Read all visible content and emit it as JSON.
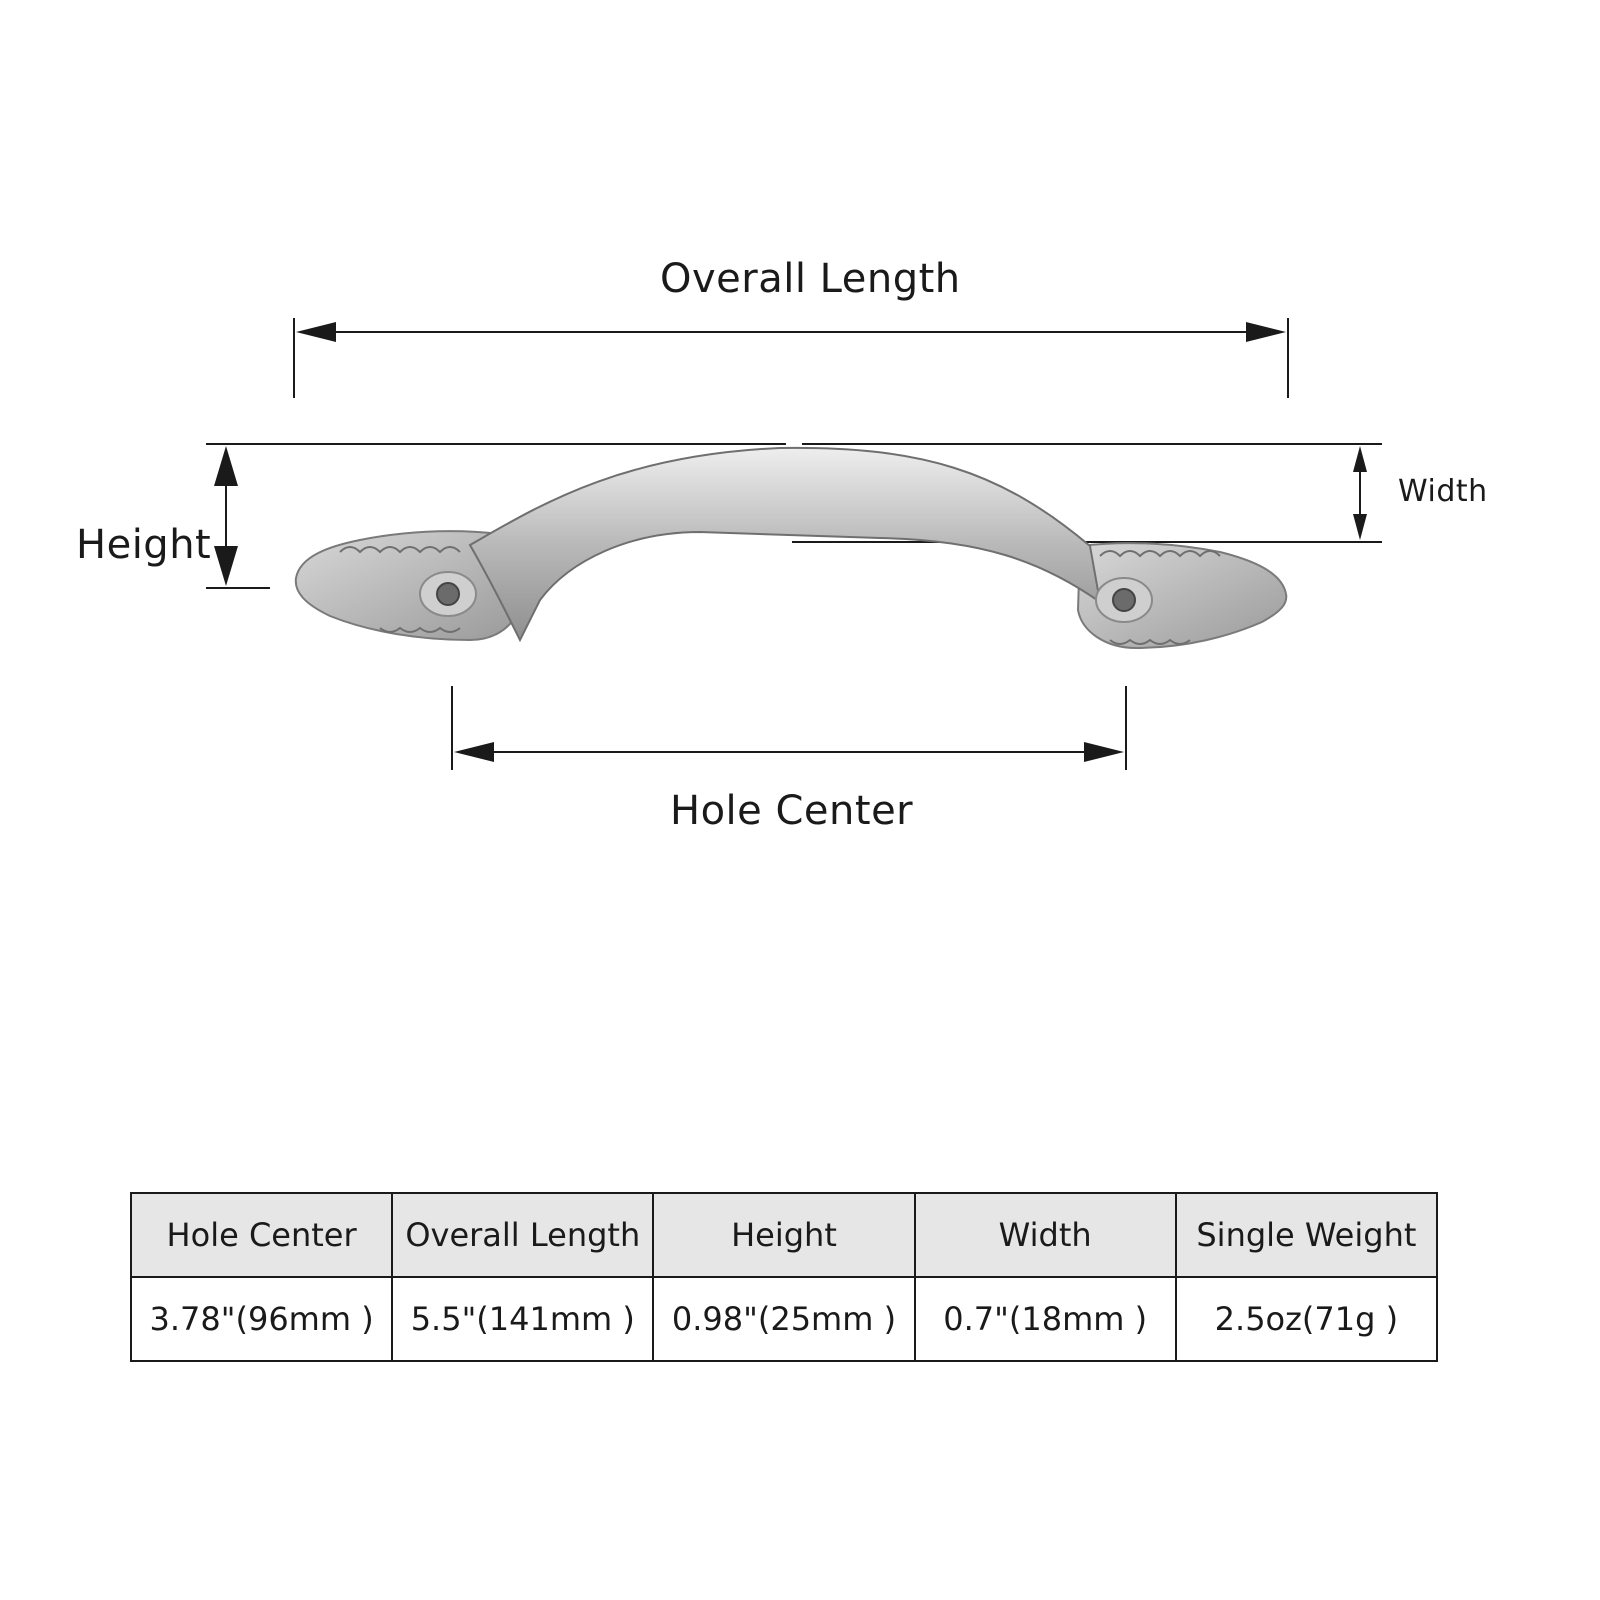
{
  "diagram": {
    "overall_length_label": "Overall Length",
    "hole_center_label": "Hole Center",
    "height_label": "Height",
    "width_label": "Width"
  },
  "colors": {
    "line": "#1a1a1a",
    "metal_light": "#d9d9d9",
    "metal_dark": "#8c8c8c",
    "table_header_bg": "#e6e6e6"
  },
  "specs": {
    "headers": [
      "Hole Center",
      "Overall Length",
      "Height",
      "Width",
      "Single Weight"
    ],
    "values": [
      "3.78\"(96mm )",
      "5.5\"(141mm )",
      "0.98\"(25mm )",
      "0.7\"(18mm )",
      "2.5oz(71g )"
    ]
  }
}
